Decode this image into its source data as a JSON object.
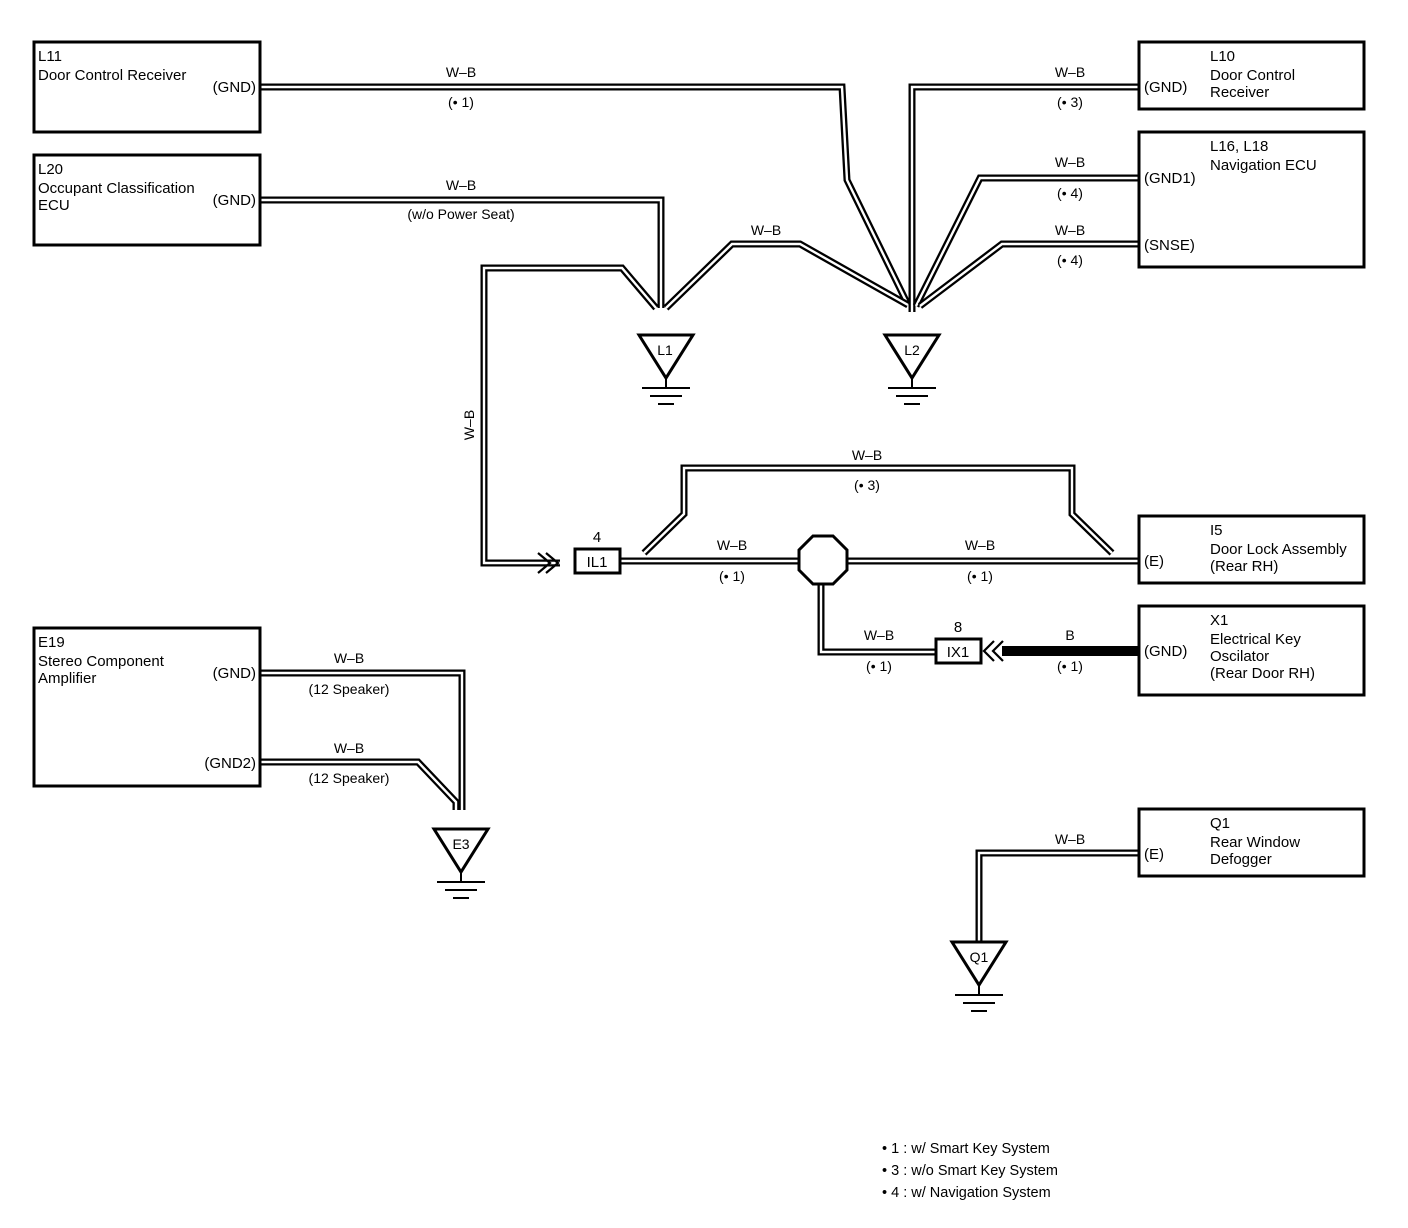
{
  "components": {
    "l11": {
      "code": "L11",
      "name": [
        "Door Control Receiver"
      ],
      "pin": "(GND)"
    },
    "l20": {
      "code": "L20",
      "name": [
        "Occupant Classification",
        "ECU"
      ],
      "pin": "(GND)"
    },
    "l10": {
      "code": "L10",
      "name": [
        "Door Control",
        "Receiver"
      ],
      "pin": "(GND)"
    },
    "l16": {
      "code": "L16, L18",
      "name": [
        "Navigation ECU"
      ],
      "pin1": "(GND1)",
      "pin2": "(SNSE)"
    },
    "i5": {
      "code": "I5",
      "name": [
        "Door Lock Assembly",
        "(Rear RH)"
      ],
      "pin": "(E)"
    },
    "x1": {
      "code": "X1",
      "name": [
        "Electrical Key",
        "Oscilator",
        "(Rear Door RH)"
      ],
      "pin": "(GND)"
    },
    "e19": {
      "code": "E19",
      "name": [
        "Stereo Component",
        "Amplifier"
      ],
      "pin1": "(GND)",
      "pin2": "(GND2)"
    },
    "q1": {
      "code": "Q1",
      "name": [
        "Rear Window",
        "Defogger"
      ],
      "pin": "(E)"
    }
  },
  "wires": {
    "l11": {
      "color": "W–B",
      "cond": "(• 1)"
    },
    "l20": {
      "color": "W–B",
      "cond": "(w/o Power Seat)"
    },
    "l10": {
      "color": "W–B",
      "cond": "(• 3)"
    },
    "gnd1": {
      "color": "W–B",
      "cond": "(• 4)"
    },
    "snse": {
      "color": "W–B",
      "cond": "(• 4)"
    },
    "l1l2": {
      "color": "W–B"
    },
    "left_vertical": {
      "color": "W–B"
    },
    "top_loop": {
      "color": "W–B",
      "cond": "(• 3)"
    },
    "il1_junction": {
      "color": "W–B",
      "cond": "(• 1)"
    },
    "junction_i5": {
      "color": "W–B",
      "cond": "(• 1)"
    },
    "junction_ix1": {
      "color": "W–B",
      "cond": "(• 1)"
    },
    "x1": {
      "color": "B",
      "cond": "(• 1)"
    },
    "e19_gnd": {
      "color": "W–B",
      "cond": "(12 Speaker)"
    },
    "e19_gnd2": {
      "color": "W–B",
      "cond": "(12 Speaker)"
    },
    "q1": {
      "color": "W–B"
    }
  },
  "connectors": {
    "il1": {
      "label": "IL1",
      "pin": "4"
    },
    "ix1": {
      "label": "IX1",
      "pin": "8"
    }
  },
  "grounds": {
    "l1": "L1",
    "l2": "L2",
    "e3": "E3",
    "q1": "Q1"
  },
  "legend": [
    "• 1 : w/ Smart Key System",
    "• 3 : w/o Smart Key System",
    "• 4 : w/ Navigation System"
  ]
}
